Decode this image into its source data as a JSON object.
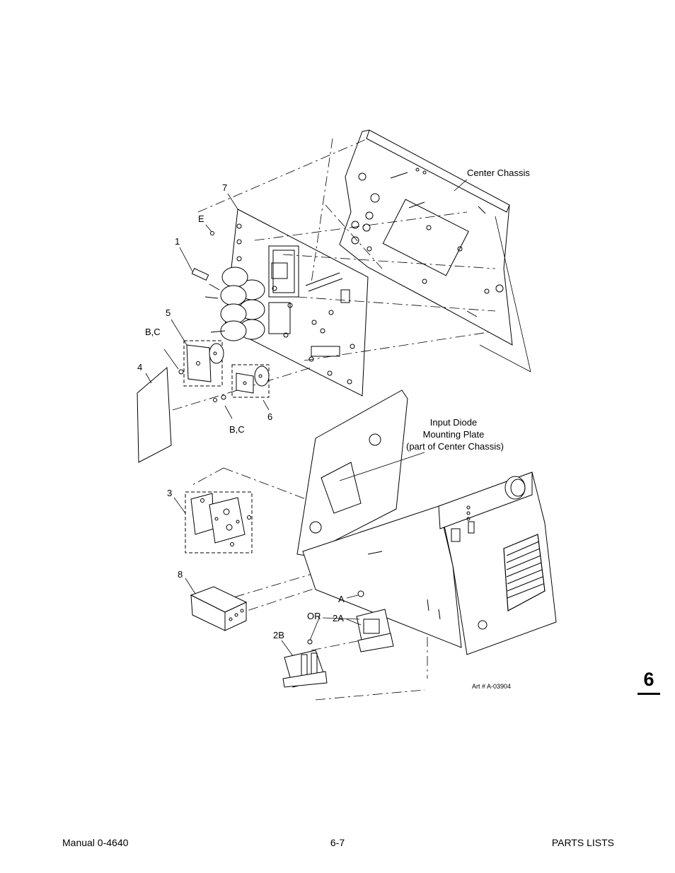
{
  "diagram": {
    "labels": {
      "center_chassis": "Center Chassis",
      "item_7": "7",
      "item_e": "E",
      "item_1": "1",
      "item_5": "5",
      "item_bc_upper": "B,C",
      "item_4": "4",
      "item_6": "6",
      "item_bc_lower": "B,C",
      "input_diode_line1": "Input Diode",
      "input_diode_line2": "Mounting Plate",
      "input_diode_line3": "(part of Center Chassis)",
      "item_3": "3",
      "item_8": "8",
      "item_a": "A",
      "item_or": "OR",
      "item_2a": "2A",
      "item_2b": "2B"
    },
    "art_number": "Art # A-03904"
  },
  "footer": {
    "manual": "Manual 0-4640",
    "page": "6-7",
    "section": "PARTS LISTS"
  },
  "section_tab": "6"
}
